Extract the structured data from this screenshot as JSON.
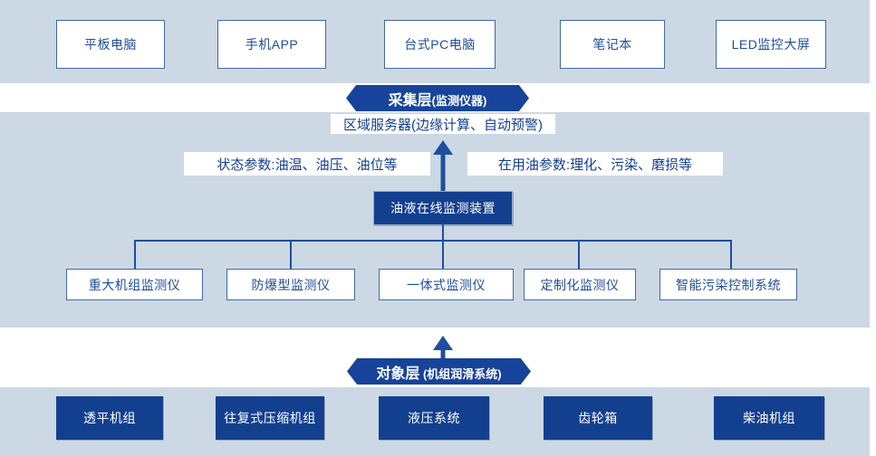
{
  "bands": {
    "top_label": "application-layer-band",
    "middle_label": "collection-layer-band",
    "bottom_label": "object-layer-band"
  },
  "top_row": {
    "items": [
      {
        "label": "平板电脑"
      },
      {
        "label": "手机APP"
      },
      {
        "label": "台式PC电脑"
      },
      {
        "label": "笔记本"
      },
      {
        "label": "LED监控大屏"
      }
    ]
  },
  "banners": {
    "collection": {
      "main": "采集层",
      "sub": "(监测仪器)"
    },
    "object": {
      "main": "对象层",
      "sub": " (机组润滑系统)"
    }
  },
  "server": {
    "label": "区域服务器(边缘计算、自动预警)"
  },
  "parameters": {
    "left": "状态参数:油温、油压、油位等",
    "right": "在用油参数:理化、污染、磨损等"
  },
  "device": {
    "label": "油液在线监测装置"
  },
  "monitors": {
    "items": [
      {
        "label": "重大机组监测仪"
      },
      {
        "label": "防爆型监测仪"
      },
      {
        "label": "一体式监测仪"
      },
      {
        "label": "定制化监测仪"
      },
      {
        "label": "智能污染控制系统"
      }
    ]
  },
  "objects": {
    "items": [
      {
        "label": "透平机组"
      },
      {
        "label": "往复式压缩机组"
      },
      {
        "label": "液压系统"
      },
      {
        "label": "齿轮箱"
      },
      {
        "label": "柴油机组"
      }
    ]
  },
  "colors": {
    "band": "#ccd9e4",
    "navy": "#12408f",
    "banner_navy": "#17449a",
    "line": "#1c4f9c",
    "box_border": "#41699e",
    "box_text": "#1f4e99"
  }
}
